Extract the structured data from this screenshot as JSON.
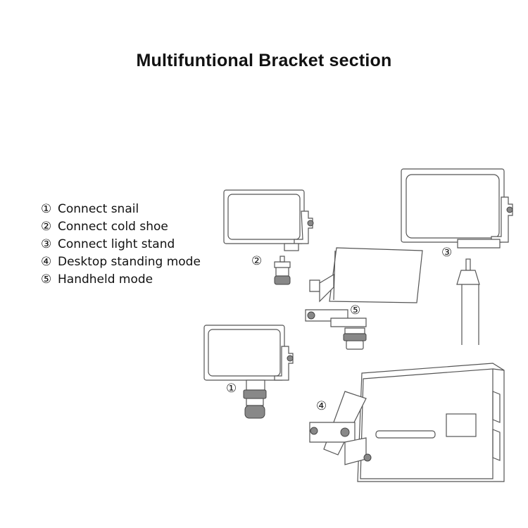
{
  "title": "Multifuntional Bracket section",
  "legend": [
    {
      "num": "①",
      "label": "Connect snail"
    },
    {
      "num": "②",
      "label": "Connect cold shoe"
    },
    {
      "num": "③",
      "label": "Connect light stand"
    },
    {
      "num": "④",
      "label": "Desktop standing mode"
    },
    {
      "num": "⑤",
      "label": "Handheld mode"
    }
  ],
  "callouts": {
    "c1": "①",
    "c2": "②",
    "c3": "③",
    "c4": "④",
    "c5": "⑤"
  }
}
